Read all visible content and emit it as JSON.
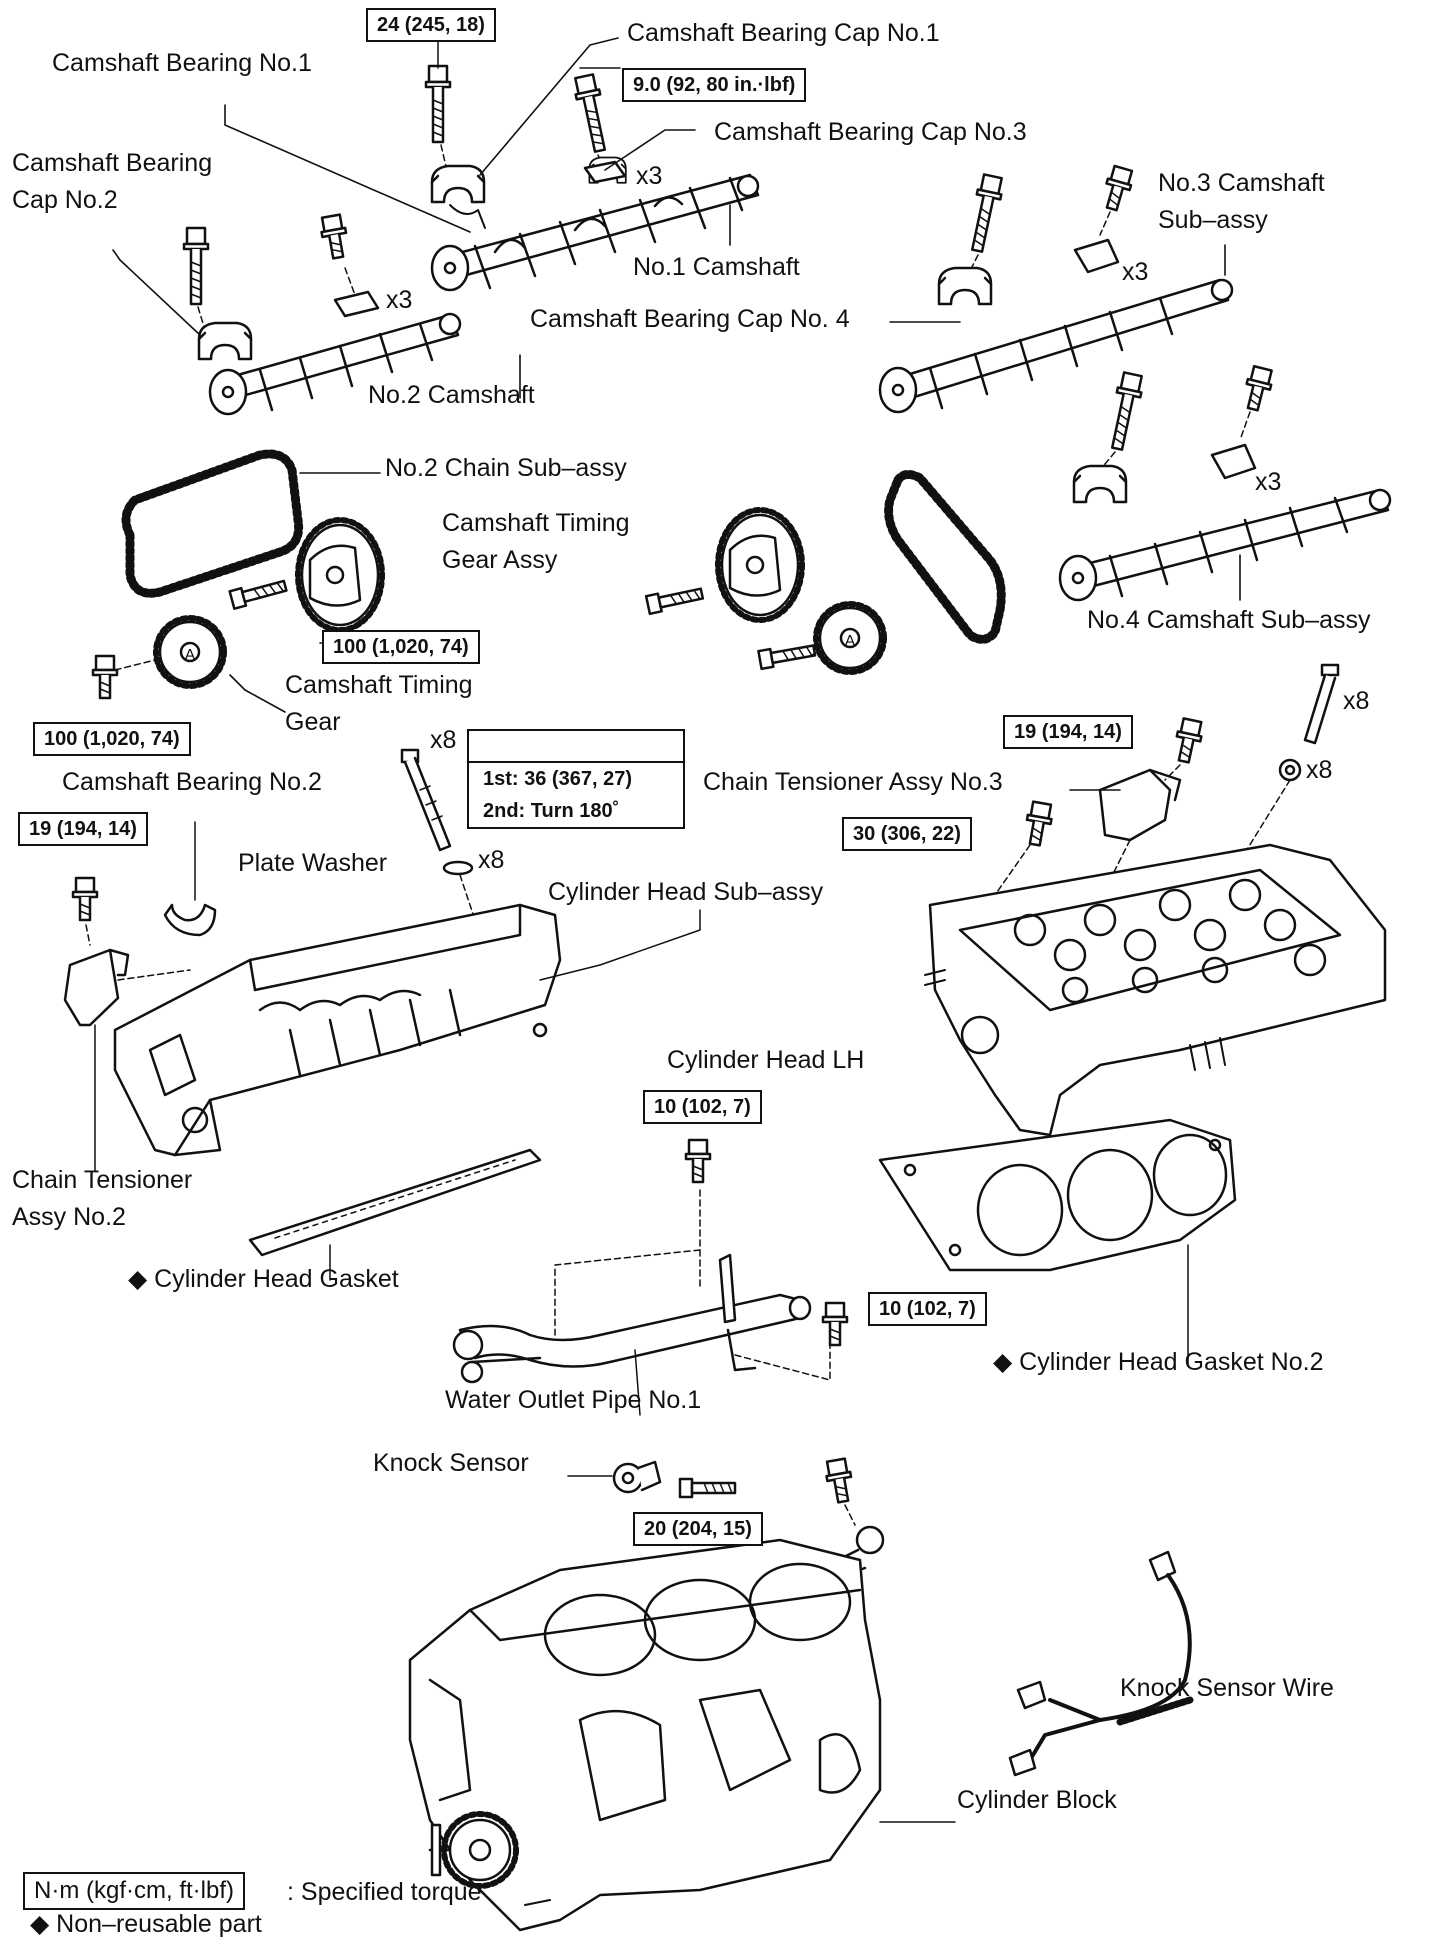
{
  "labels": {
    "bearing_cap_1": "Camshaft Bearing Cap No.1",
    "bearing_1": "Camshaft Bearing No.1",
    "bearing_cap_3": "Camshaft Bearing Cap No.3",
    "bearing_cap_2_l1": "Camshaft Bearing",
    "bearing_cap_2_l2": "Cap No.2",
    "no3_cam_l1": "No.3 Camshaft",
    "no3_cam_l2": "Sub–assy",
    "no1_cam": "No.1 Camshaft",
    "bearing_cap_4": "Camshaft Bearing Cap No. 4",
    "no2_cam": "No.2 Camshaft",
    "no2_chain": "No.2 Chain Sub–assy",
    "timing_gear_assy_l1": "Camshaft Timing",
    "timing_gear_assy_l2": "Gear Assy",
    "no4_cam": "No.4 Camshaft Sub–assy",
    "timing_gear_l1": "Camshaft Timing",
    "timing_gear_l2": "Gear",
    "bearing_2": "Camshaft Bearing No.2",
    "tensioner_3": "Chain Tensioner Assy No.3",
    "plate_washer": "Plate Washer",
    "head_sub": "Cylinder Head Sub–assy",
    "head_lh": "Cylinder Head LH",
    "tensioner_2_l1": "Chain Tensioner",
    "tensioner_2_l2": "Assy No.2",
    "head_gasket": "◆ Cylinder Head Gasket",
    "head_gasket_2": "◆ Cylinder Head Gasket No.2",
    "water_pipe": "Water Outlet Pipe No.1",
    "knock_sensor": "Knock Sensor",
    "knock_wire": "Knock Sensor Wire",
    "block": "Cylinder Block"
  },
  "counts": {
    "x3_a": "x3",
    "x3_b": "x3",
    "x3_c": "x3",
    "x3_d": "x3",
    "x8_a": "x8",
    "x8_b": "x8",
    "x8_c": "x8",
    "x8_d": "x8"
  },
  "torques": {
    "t_cap1": "24 (245, 18)",
    "t_cap3": "9.0 (92, 80 in.·lbf)",
    "t_gear_assy": "100 (1,020, 74)",
    "t_gear": "100 (1,020, 74)",
    "t_tens3": "19 (194, 14)",
    "t_tens3b": "30 (306, 22)",
    "t_tens2": "19 (194, 14)",
    "t_pipe_top": "10 (102, 7)",
    "t_pipe_right": "10 (102, 7)",
    "t_knock": "20 (204, 15)",
    "head_bolt_1st": "1st: 36 (367, 27)",
    "head_bolt_2nd": "2nd: Turn 180˚"
  },
  "legend": {
    "unit": "N·m (kgf·cm, ft·lbf)",
    "unit_desc": ": Specified torque",
    "nonreusable": "◆ Non–reusable part"
  },
  "icons": [
    "bolt-icon",
    "camshaft-icon",
    "chain-icon",
    "gear-icon",
    "cylinder-head-icon",
    "gasket-icon",
    "pipe-icon",
    "cylinder-block-icon",
    "knock-sensor-icon",
    "wire-harness-icon"
  ]
}
